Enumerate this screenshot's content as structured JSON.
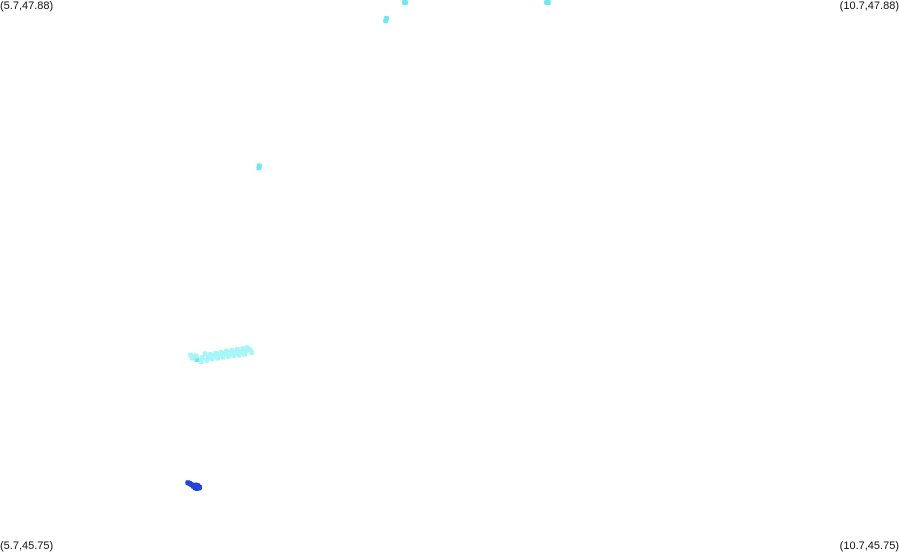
{
  "map": {
    "corners": {
      "top_left": "(5.7,47.88)",
      "top_right": "(10.7,47.88)",
      "bottom_left": "(5.7,45.75)",
      "bottom_right": "(10.7,45.75)"
    },
    "lon_range": [
      5.7,
      10.7
    ],
    "lat_range": [
      45.75,
      47.88
    ],
    "colors": {
      "background": "#ffffff",
      "light": "#a6f6f8",
      "cyan": "#6fe9ef",
      "dark_blue": "#2244dd"
    }
  },
  "chart_data": {
    "type": "scatter",
    "xlim": [
      5.7,
      10.7
    ],
    "ylim": [
      45.75,
      47.88
    ],
    "series": [
      {
        "color": "cyan",
        "points": [
          [
            7.95,
            47.875
          ],
          [
            7.955,
            47.874
          ],
          [
            8.74,
            47.879
          ],
          [
            8.75,
            47.88
          ],
          [
            7.85,
            47.809
          ],
          [
            7.845,
            47.8
          ],
          [
            7.143,
            47.24
          ],
          [
            7.14,
            47.232
          ],
          [
            6.78,
            46.5
          ],
          [
            6.795,
            46.493
          ]
        ]
      },
      {
        "color": "light",
        "points": [
          [
            6.79,
            46.507
          ],
          [
            6.825,
            46.5
          ],
          [
            6.86,
            46.503
          ],
          [
            6.89,
            46.508
          ],
          [
            6.92,
            46.512
          ],
          [
            6.95,
            46.515
          ],
          [
            6.98,
            46.518
          ],
          [
            7.01,
            46.52
          ],
          [
            7.04,
            46.522
          ],
          [
            7.065,
            46.525
          ],
          [
            7.09,
            46.53
          ],
          [
            7.1,
            46.52
          ],
          [
            6.85,
            46.49
          ],
          [
            6.88,
            46.495
          ],
          [
            6.91,
            46.498
          ],
          [
            6.94,
            46.502
          ],
          [
            6.97,
            46.505
          ],
          [
            7.0,
            46.508
          ],
          [
            7.03,
            46.51
          ],
          [
            7.06,
            46.513
          ],
          [
            6.87,
            46.512
          ],
          [
            6.9,
            46.517
          ],
          [
            6.93,
            46.52
          ],
          [
            6.96,
            46.525
          ],
          [
            6.99,
            46.528
          ],
          [
            7.02,
            46.531
          ],
          [
            7.05,
            46.535
          ],
          [
            7.075,
            46.538
          ],
          [
            6.82,
            46.485
          ],
          [
            6.76,
            46.51
          ],
          [
            6.77,
            46.498
          ],
          [
            6.84,
            46.515
          ]
        ]
      },
      {
        "color": "dark_blue",
        "points": [
          [
            6.745,
            46.017
          ],
          [
            6.755,
            46.015
          ],
          [
            6.765,
            46.01
          ],
          [
            6.775,
            46.004
          ],
          [
            6.785,
            45.998
          ],
          [
            6.795,
            45.995
          ],
          [
            6.805,
            45.997
          ],
          [
            6.81,
            46.0
          ],
          [
            6.8,
            46.006
          ],
          [
            6.79,
            46.008
          ]
        ]
      }
    ]
  }
}
